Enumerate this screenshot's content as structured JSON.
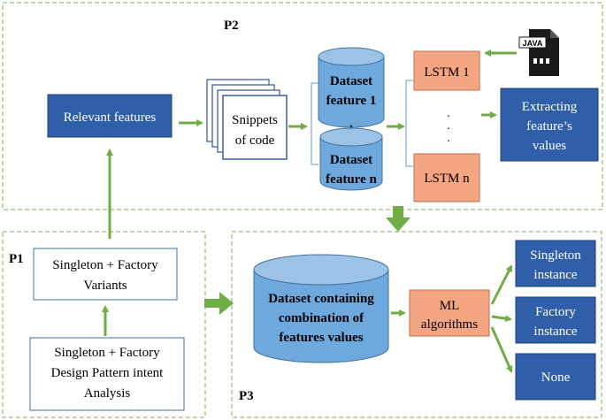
{
  "panels": {
    "p1": "P1",
    "p2": "P2",
    "p3": "P3"
  },
  "nodes": {
    "relevant_features": "Relevant features",
    "snippets": [
      "Snippets",
      "of code"
    ],
    "dataset_feature_1": [
      "Dataset",
      "feature 1"
    ],
    "dataset_feature_n": [
      "Dataset",
      "feature n"
    ],
    "dataset_dots": ":",
    "lstm_1": "LSTM 1",
    "lstm_n": "LSTM n",
    "lstm_dots": [
      ".",
      ".",
      "."
    ],
    "java_label": "JAVA",
    "extracting": [
      "Extracting",
      "feature’s",
      "values"
    ],
    "variants": [
      "Singleton + Factory",
      "Variants"
    ],
    "intent": [
      "Singleton + Factory",
      "Design Pattern intent",
      "Analysis"
    ],
    "dataset_combination": [
      "Dataset containing",
      "combination of",
      "features values"
    ],
    "ml": [
      "ML",
      "algorithms"
    ],
    "singleton_instance": [
      "Singleton",
      "instance"
    ],
    "factory_instance": [
      "Factory",
      "instance"
    ],
    "none": "None"
  },
  "colors": {
    "panel_border": "#9bbf82",
    "arrow": "#70ad47",
    "dark_blue_fill": "#2f5fa8",
    "dark_blue_border": "#1f3f75",
    "cylinder_fill": "#6fa8dc",
    "cylinder_top": "#9cc3e6",
    "cylinder_border": "#41719c",
    "lstm_fill": "#f4a582",
    "lstm_border": "#c0704a",
    "snippet_border": "#2f5597"
  }
}
